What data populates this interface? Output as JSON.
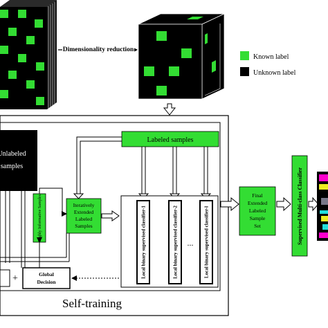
{
  "labels": {
    "dimensionality_reduction": "Dimensionality reduction",
    "known_label": "Known label",
    "unknown_label": "Unknown label",
    "labeled_samples": "Labeled samples",
    "unlabeled_line1": "Unlabeled",
    "unlabeled_line2": "samples",
    "highly_informative": "Highly Informative Samples",
    "iter_1": "Iteratively",
    "iter_2": "Extended",
    "iter_3": "Labeled",
    "iter_4": "Samples",
    "classifier_1": "Local binary supervised classifier-1",
    "classifier_2": "Local binary supervised classifier-2",
    "classifier_l": "Local binary supervised classifier-l",
    "ellipsis": "...",
    "plus": "+",
    "global_1": "Global",
    "global_2": "Decision",
    "self_training": "Self-training",
    "final_1": "Final",
    "final_2": "Extended",
    "final_3": "Labeled",
    "final_4": "Sample",
    "final_5": "Set",
    "supervised": "Supervised Multi-class Classifier"
  },
  "colors": {
    "green": "#33dd33",
    "black": "#000000",
    "result_magenta": "#ff00cc",
    "result_cyan": "#22dddd",
    "result_yellow": "#eeee22",
    "result_gray": "#777788"
  }
}
